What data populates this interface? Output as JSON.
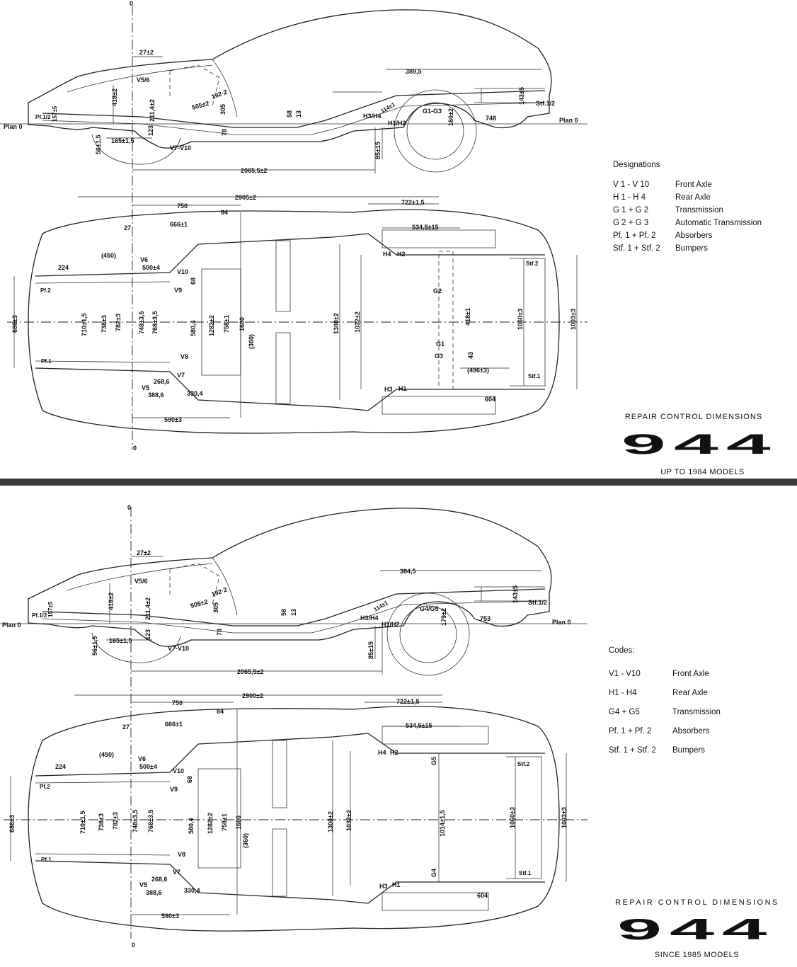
{
  "top": {
    "title": "REPAIR CONTROL DIMENSIONS",
    "logo_text": "944",
    "subtitle": "UP TO 1984 MODELS",
    "legend_heading": "Designations",
    "legend": [
      {
        "code": "V 1   -   V 10",
        "desc": "Front Axle"
      },
      {
        "code": "H 1   -   H 4",
        "desc": "Rear Axle"
      },
      {
        "code": "G 1   +  G 2",
        "desc": "Transmission"
      },
      {
        "code": "G 2   +  G 3",
        "desc": "Automatic Transmission"
      },
      {
        "code": "Pf. 1  +  Pf. 2",
        "desc": "Absorbers"
      },
      {
        "code": "Stf. 1 + Stf. 2",
        "desc": "Bumpers"
      }
    ],
    "side": {
      "plan0_left": "Plan 0",
      "plan0_right": "Plan 0",
      "zero": "0",
      "d27": "27±2",
      "v56": "V5/6",
      "d418": "418±2",
      "d1921": "192·2",
      "d505": "505±2",
      "d305": "305",
      "d2114": "211,4±2",
      "d123": "123",
      "d157": "157±5",
      "pf12": "Pf.1/2",
      "d56": "56±1,5",
      "d165": "165±1,5",
      "v710": "V7-V10",
      "d78": "78",
      "d58": "58",
      "d13": "13",
      "d3895": "389,5",
      "d114": "114±1",
      "h34": "H3/H4",
      "h12": "H1/H2",
      "g13": "G1-G3",
      "d160": "160±2",
      "d748": "748",
      "d143": "143±5",
      "stf12": "Stf.1/2",
      "d85": "85±15",
      "d2065": "2065,5±2"
    },
    "plan": {
      "zero": "0",
      "d2905": "2905±2",
      "d750": "750",
      "d84": "84",
      "d7221": "722±1,5",
      "d666": "666±1",
      "d27": "27",
      "d5345": "534,5±15",
      "d450": "(450)",
      "v6": "V6",
      "d5004": "500±4",
      "d224": "224",
      "v10": "V10",
      "v9": "V9",
      "pf2": "Pf.2",
      "d68": "68",
      "h4": "H4",
      "h2": "H2",
      "stf2": "Stf.2",
      "g2": "G2",
      "d686": "686±3",
      "d710": "710±1,5",
      "d738": "738±3",
      "d782": "782±3",
      "d748": "748±3,5",
      "d768": "768±3,5",
      "d5804": "580,4",
      "d1282": "1282±2",
      "d758": "758±1",
      "d1600": "1600",
      "d1300": "1300±2",
      "d1032": "1032±2",
      "d418": "418±1",
      "d1060": "1060±3",
      "d1003": "1003±3",
      "d360": "(360)",
      "g1": "G1",
      "d43": "43",
      "g3": "G3",
      "d496": "(496±3)",
      "pf1": "Pf.1",
      "v8": "V8",
      "v7": "V7",
      "v5": "V5",
      "d2686": "268,6",
      "d3886": "388,6",
      "d3304": "330,4",
      "h3": "H3",
      "h1": "H1",
      "stf1": "Stf.1",
      "d604": "604",
      "d590": "590±3",
      "zero_bottom": "0"
    }
  },
  "bottom": {
    "title": "REPAIR CONTROL DIMENSIONS",
    "logo_text": "944",
    "subtitle": "SINCE 1985 MODELS",
    "legend_heading": "Codes:",
    "legend": [
      {
        "code": "V1 - V10",
        "desc": "Front Axle"
      },
      {
        "code": "H1 - H4",
        "desc": "Rear Axle"
      },
      {
        "code": "G4 + G5",
        "desc": "Transmission"
      },
      {
        "code": "Pf. 1 + Pf. 2",
        "desc": "Absorbers"
      },
      {
        "code": "Stf. 1 + Stf. 2",
        "desc": "Bumpers"
      }
    ],
    "side": {
      "plan0_left": "Plan 0",
      "plan0_right": "Plan 0",
      "zero": "0",
      "d27": "27±2",
      "v56": "V5/6",
      "d418": "418±2",
      "d1921": "192·2",
      "d505": "505±2",
      "d305": "305",
      "d2114": "211,4±2",
      "d123": "123",
      "d157": "157±5",
      "pf12": "Pf.1/2",
      "d56": "56±1,5",
      "d165": "165±1,5",
      "v710": "V7-V10",
      "d78": "78",
      "d58": "58",
      "d13": "13",
      "d3895": "384,5",
      "d114": "114±1",
      "h34": "H3/H4",
      "h12": "H1/H2",
      "g13": "G4/G5",
      "d160": "179±2",
      "d748": "753",
      "d143": "143±5",
      "stf12": "Stf.1/2",
      "d85": "85±15",
      "d2065": "2065,5±2"
    },
    "plan": {
      "zero": "0",
      "d2905": "2900±2",
      "d750": "750",
      "d84": "84",
      "d7221": "722±1,5",
      "d666": "666±1",
      "d27": "27",
      "d5345": "534,5±15",
      "d450": "(450)",
      "v6": "V6",
      "d5004": "500±4",
      "d224": "224",
      "v10": "V10",
      "v9": "V9",
      "pf2": "Pf.2",
      "d68": "68",
      "h4": "H4",
      "h2": "H2",
      "stf2": "Stf.2",
      "g2": "G5",
      "d686": "686±3",
      "d710": "710±1,5",
      "d738": "738±3",
      "d782": "782±3",
      "d748": "748±3,5",
      "d768": "768±3,5",
      "d5804": "580,4",
      "d1282": "1282±2",
      "d758": "758±1",
      "d1600": "1600",
      "d1300": "1300±2",
      "d1032": "1032±2",
      "d418": "1014±1,5",
      "d1060": "1060±3",
      "d1003": "1003±3",
      "d360": "(360)",
      "g1": "",
      "d43": "",
      "g3": "G4",
      "d496": "",
      "pf1": "Pf.1",
      "v8": "V8",
      "v7": "V7",
      "v5": "V5",
      "d2686": "268,6",
      "d3886": "388,6",
      "d3304": "330,4",
      "h3": "H3",
      "h1": "H1",
      "stf1": "Stf.1",
      "d604": "604",
      "d590": "590±3",
      "zero_bottom": "0"
    }
  }
}
